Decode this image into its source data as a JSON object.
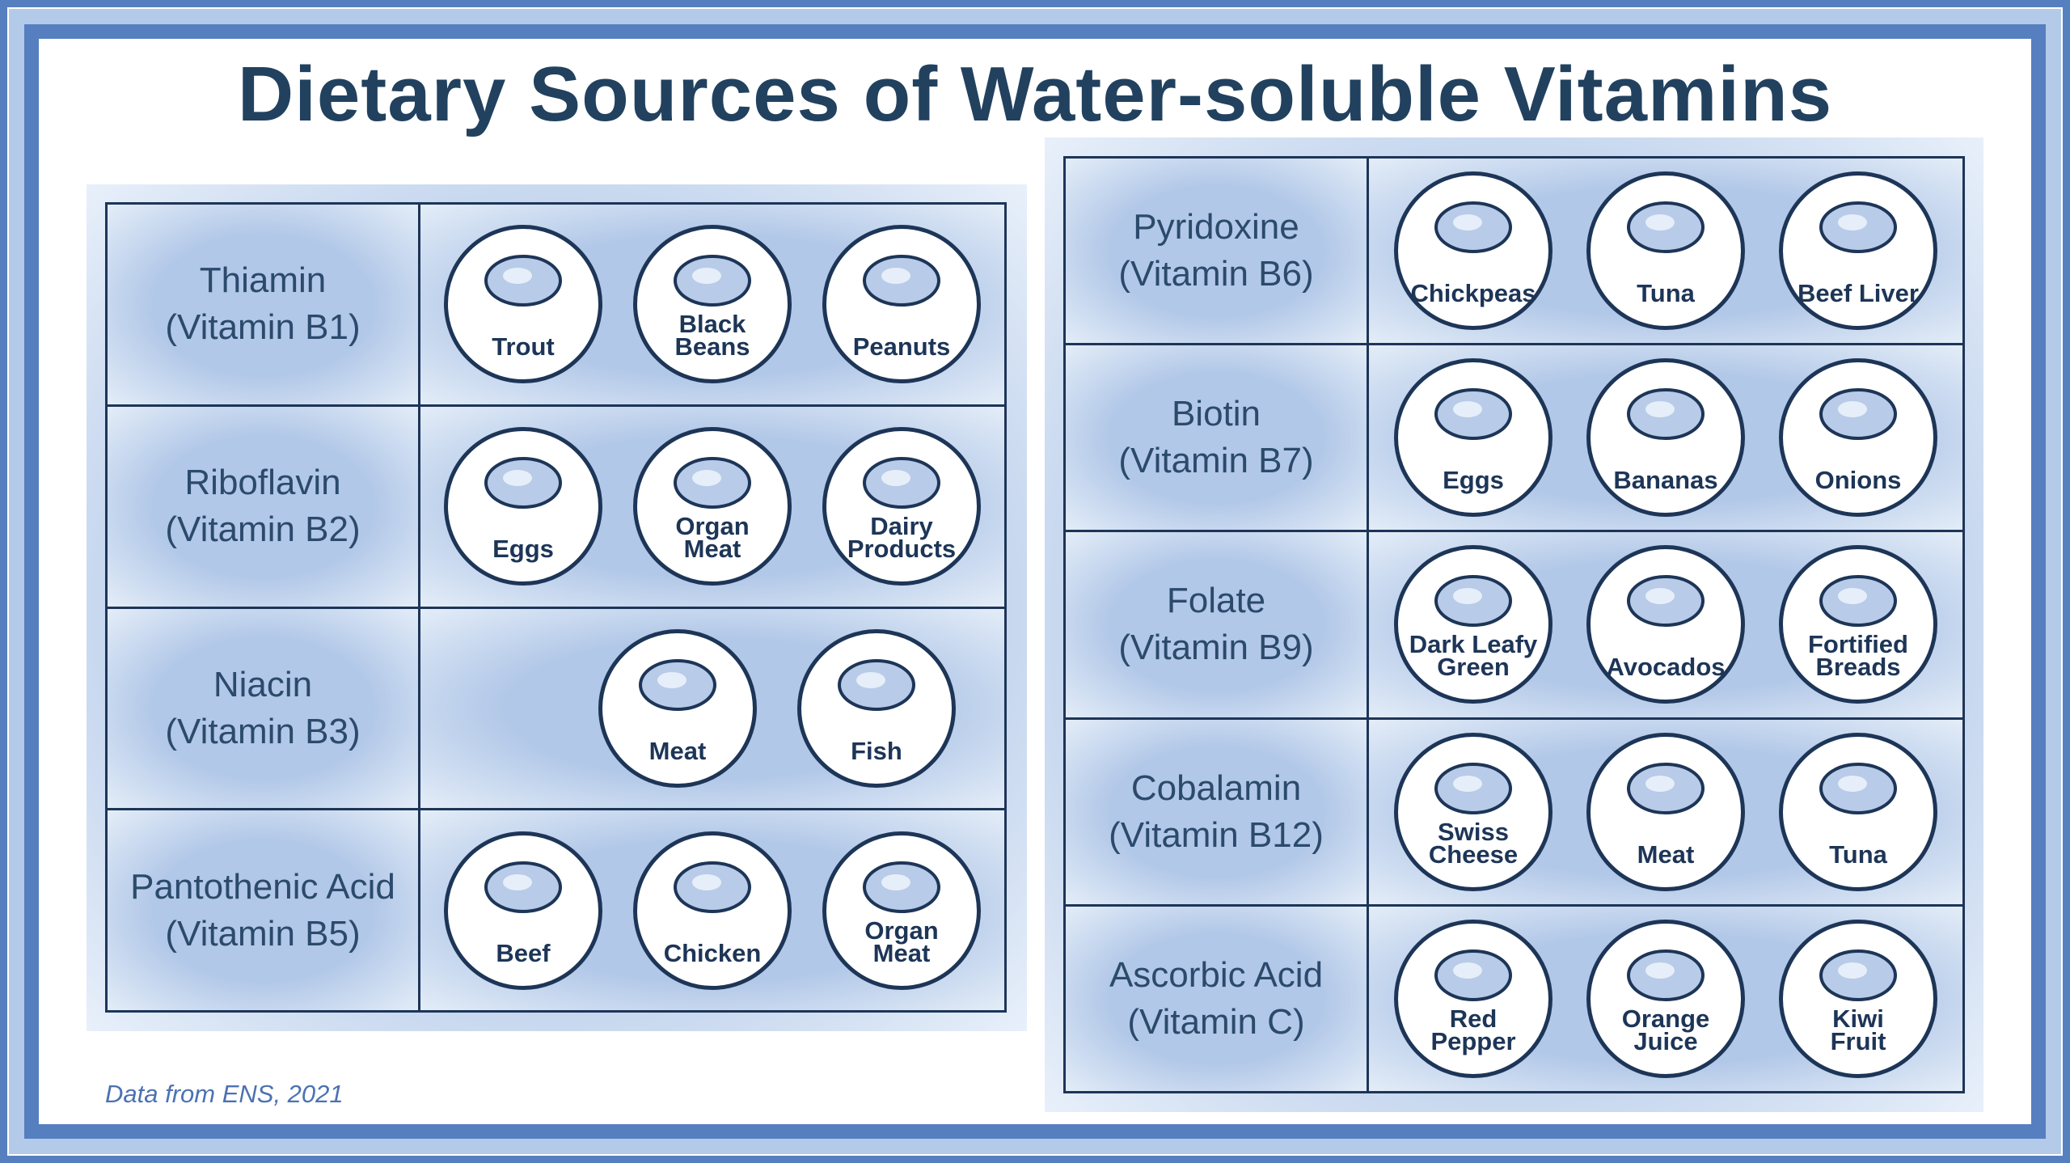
{
  "title": "Dietary Sources of Water-soluble Vitamins",
  "footnote": "Data from ENS, 2021",
  "colors": {
    "frame": "#567fc0",
    "frame_light": "#b3cbe9",
    "navy": "#1d3557",
    "cell": "#b2c8e8"
  },
  "left": [
    {
      "name": "Thiamin",
      "vitamin": "(Vitamin B1)",
      "foods": [
        "Trout",
        "Black\nBeans",
        "Peanuts"
      ]
    },
    {
      "name": "Riboflavin",
      "vitamin": "(Vitamin B2)",
      "foods": [
        "Eggs",
        "Organ\nMeat",
        "Dairy\nProducts"
      ]
    },
    {
      "name": "Niacin",
      "vitamin": "(Vitamin B3)",
      "foods": [
        "Meat",
        "Fish"
      ]
    },
    {
      "name": "Pantothenic Acid",
      "vitamin": "(Vitamin B5)",
      "foods": [
        "Beef",
        "Chicken",
        "Organ\nMeat"
      ]
    }
  ],
  "right": [
    {
      "name": "Pyridoxine",
      "vitamin": "(Vitamin B6)",
      "foods": [
        "Chickpeas",
        "Tuna",
        "Beef Liver"
      ]
    },
    {
      "name": "Biotin",
      "vitamin": "(Vitamin B7)",
      "foods": [
        "Eggs",
        "Bananas",
        "Onions"
      ]
    },
    {
      "name": "Folate",
      "vitamin": "(Vitamin B9)",
      "foods": [
        "Dark Leafy\nGreen",
        "Avocados",
        "Fortified\nBreads"
      ]
    },
    {
      "name": "Cobalamin",
      "vitamin": "(Vitamin B12)",
      "foods": [
        "Swiss\nCheese",
        "Meat",
        "Tuna"
      ]
    },
    {
      "name": "Ascorbic Acid",
      "vitamin": "(Vitamin C)",
      "foods": [
        "Red\nPepper",
        "Orange\nJuice",
        "Kiwi\nFruit"
      ]
    }
  ]
}
